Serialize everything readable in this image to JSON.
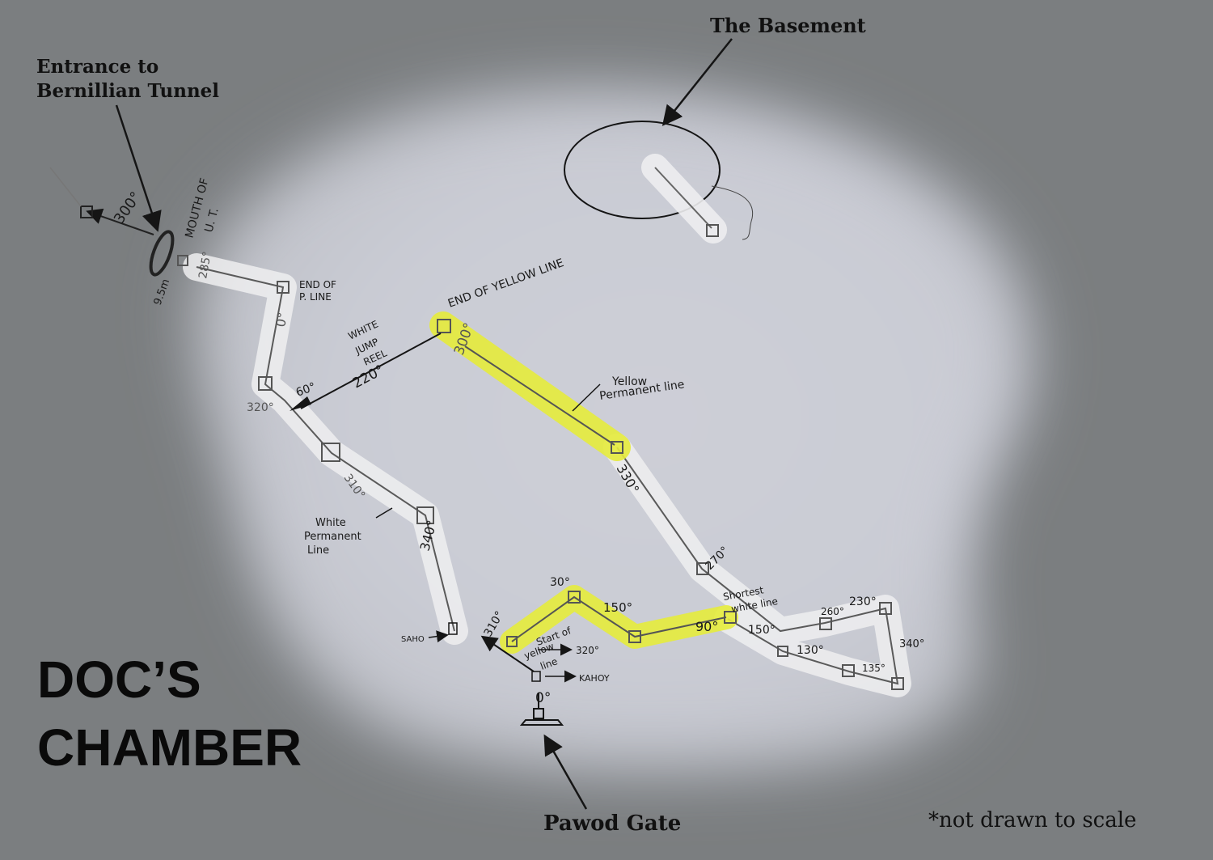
{
  "title": {
    "line1": "DOC’S",
    "line2": "CHAMBER"
  },
  "note": "*not drawn to scale",
  "labels": {
    "basement": "The Basement",
    "entrance_line1": "Entrance to",
    "entrance_line2": "Bernillian Tunnel",
    "gate": "Pawod Gate",
    "mouth_line1": "MOUTH OF",
    "mouth_line2": "U. T.",
    "dist_95": "9.5m",
    "end_p_line1": "END OF",
    "end_p_line2": "P. LINE",
    "end_yellow": "END OF YELLOW LINE",
    "white_jump_1": "WHITE",
    "white_jump_2": "JUMP",
    "white_jump_3": "REEL",
    "yellow_perm_1": "Yellow",
    "yellow_perm_2": "Permanent line",
    "white_perm_1": "White",
    "white_perm_2": "Permanent",
    "white_perm_3": "Line",
    "start_yellow_1": "Start of",
    "start_yellow_2": "yellow",
    "start_yellow_3": "line",
    "shortest_1": "Shortest",
    "shortest_2": "white line",
    "saho": "SAHO",
    "kahoy": "KAHOY"
  },
  "bearings": {
    "b300a": "300°",
    "b285": "285°",
    "b0": "0°",
    "b320a": "320°",
    "b60": "60°",
    "b220": "220°",
    "b300b": "300°",
    "b310a": "310°",
    "b340a": "340°",
    "b330": "330°",
    "b270": "270°",
    "b260": "260°",
    "b230": "230°",
    "b340b": "340°",
    "b150a": "150°",
    "b130": "130°",
    "b135": "135°",
    "b90": "90°",
    "b150b": "150°",
    "b30": "30°",
    "b310b": "310°",
    "b320b": "320°",
    "b0gate": "0°"
  },
  "colors": {
    "background": "#7b7e80",
    "chamber": "#c8cad2",
    "white_line": "#eeeef0",
    "yellow_line": "#e6ec3c",
    "ink": "#151515"
  }
}
